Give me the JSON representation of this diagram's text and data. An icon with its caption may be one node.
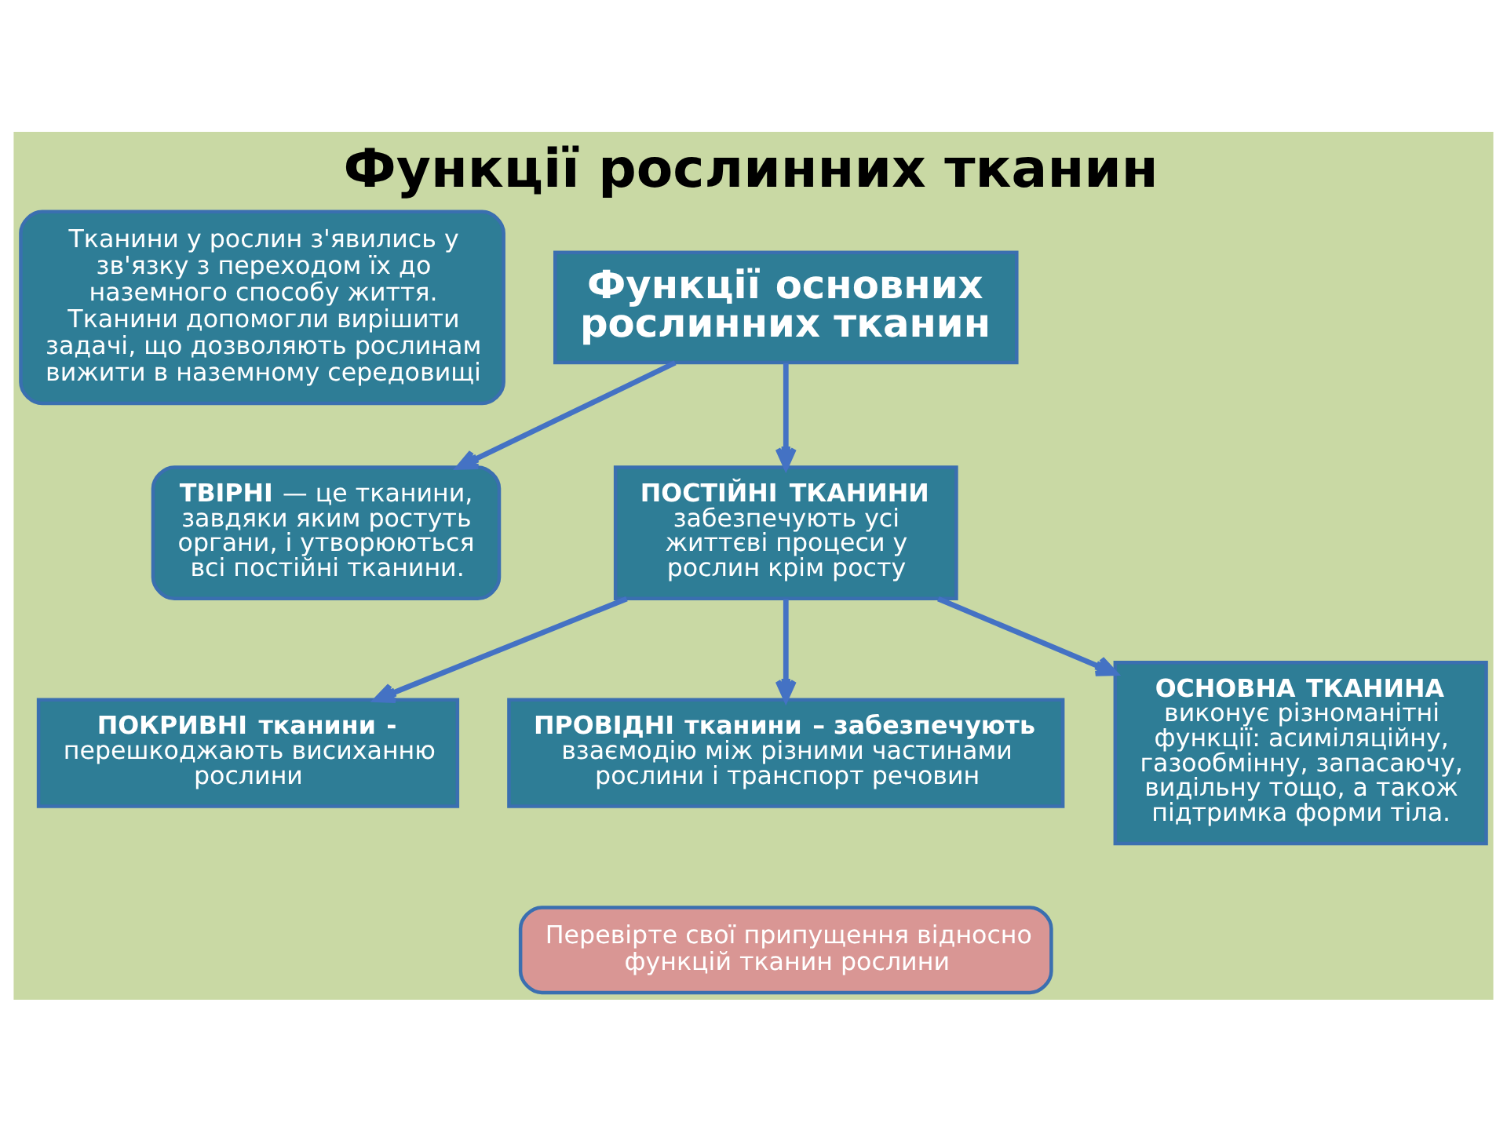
{
  "diagram": {
    "title": "Функції рослинних тканин",
    "nodes": [
      {
        "text": [
          "Тканини у рослин з'явились у зв'язку з переходом їх до наземного способу життя. Тканини допомогли вирішити задачі, що дозволяють рослинам вижити в наземному середовищі"
        ]
      },
      {
        "text": [
          "Функції основних рослинних тканин"
        ]
      },
      {
        "text": [
          "**ТВІРНІ** — це тканини, завдяки яким ростуть органи, і утворюються всі постійні тканини."
        ]
      },
      {
        "text": [
          "ПОСТІЙНІ ТКАНИНИ",
          "забезпечують усі життєві процеси у рослин крім росту"
        ]
      },
      {
        "text": [
          "**ПОКРИВНІ тканини -** перешкоджають висиханню рослини"
        ]
      },
      {
        "text": [
          "**ПРОВІДНІ тканини – забезпечують** взаємодію між різними частинами рослини і транспорт речовин"
        ]
      },
      {
        "text": [
          "ОСНОВНА ТКАНИНА",
          "виконує різноманітні функції: асиміляційну, газообмінну, запасаючу, видільну тощо, а також підтримка форми тіла."
        ]
      },
      {
        "text": [
          "Перевірте свої припущення відносно функцій тканин рослини"
        ]
      }
    ],
    "edges": [
      {
        "from": 1,
        "to": 2,
        "arrow": "to"
      },
      {
        "from": 1,
        "to": 3,
        "arrow": "to"
      },
      {
        "from": 3,
        "to": 4,
        "arrow": "to"
      },
      {
        "from": 3,
        "to": 5,
        "arrow": "to"
      },
      {
        "from": 3,
        "to": 6,
        "arrow": "to"
      }
    ]
  }
}
